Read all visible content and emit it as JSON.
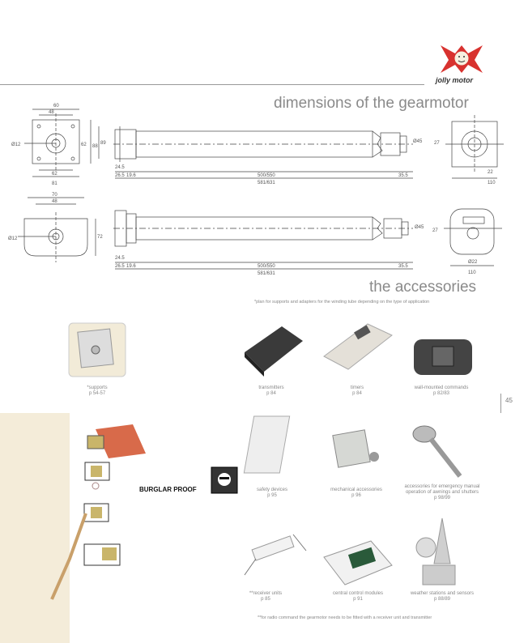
{
  "header": {
    "brand": "jolly motor",
    "title_dimensions": "dimensions of the gearmotor",
    "title_accessories": "the accessories",
    "accessories_note": "*plan for supports and adapters for the winding tube depending on the type of application",
    "footnote": "**for radio command the gearmotor needs to be fitted with a receiver unit and transmitter"
  },
  "page_number": "45",
  "burglar_label": "BURGLAR PROOF",
  "drawing1": {
    "head_dims": [
      "60",
      "48",
      "62",
      "89",
      "88",
      "62",
      "81",
      "Ø12"
    ],
    "tube_dims": [
      "24.5",
      "26.5",
      "19.6",
      "500/550",
      "581/631",
      "35.5"
    ],
    "end_dims": [
      "Ø45",
      "27",
      "22",
      "110"
    ]
  },
  "drawing2": {
    "head_dims": [
      "70",
      "48",
      "72",
      "Ø12"
    ],
    "tube_dims": [
      "24.5",
      "26.5",
      "19.6",
      "500/550",
      "581/631",
      "35.5"
    ],
    "end_dims": [
      "Ø45",
      "27",
      "Ø22",
      "110"
    ]
  },
  "accessories": [
    {
      "name": "*supports",
      "page": "p 54-57"
    },
    {
      "name": "transmitters",
      "page": "p 84"
    },
    {
      "name": "timers",
      "page": "p 84"
    },
    {
      "name": "wall-mounted commands",
      "page": "p 82/83"
    },
    {
      "name": "safety devices",
      "page": "p 95"
    },
    {
      "name": "mechanical accessories",
      "page": "p 96"
    },
    {
      "name": "accessories for emergency manual",
      "name2": "operation of awnings and shutters",
      "page": "p 98/99"
    },
    {
      "name": "**receiver units",
      "page": "p 85"
    },
    {
      "name": "central control modules",
      "page": "p 91"
    },
    {
      "name": "weather stations and sensors",
      "page": "p 88/89"
    }
  ]
}
